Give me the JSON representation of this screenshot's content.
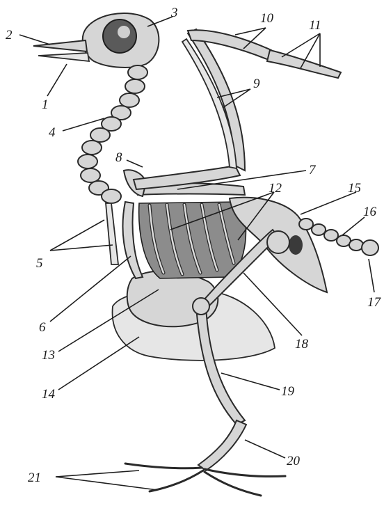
{
  "labels": {
    "1": "1",
    "2": "2",
    "3": "3",
    "4": "4",
    "5": "5",
    "6": "6",
    "7": "7",
    "8": "8",
    "9": "9",
    "10": "10",
    "11": "11",
    "12": "12",
    "13": "13",
    "14": "14",
    "15": "15",
    "16": "16",
    "17": "17",
    "18": "18",
    "19": "19",
    "20": "20",
    "21": "21"
  }
}
